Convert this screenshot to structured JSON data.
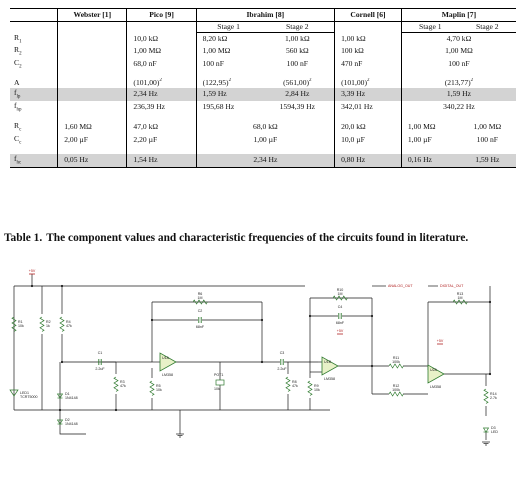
{
  "table": {
    "columns": {
      "webster": "Webster [1]",
      "pico": "Pico [9]",
      "ibrahim": "Ibrahim [8]",
      "cornell": "Cornell [6]",
      "maplin": "Maplin [7]"
    },
    "stage1": "Stage 1",
    "stage2": "Stage 2",
    "rows": {
      "r1": {
        "label": "R",
        "sub": "1",
        "webster": "",
        "pico": "10,0 kΩ",
        "ib1": "8,20 kΩ",
        "ib2": "1,00 kΩ",
        "cornell": "1,00 kΩ",
        "maplin": "4,70 kΩ"
      },
      "r2": {
        "label": "R",
        "sub": "2",
        "webster": "",
        "pico": "1,00 MΩ",
        "ib1": "1,00 MΩ",
        "ib2": "560 kΩ",
        "cornell": "100 kΩ",
        "maplin": "1,00 MΩ"
      },
      "c2": {
        "label": "C",
        "sub": "2",
        "webster": "",
        "pico": "68,0 nF",
        "ib1": "100 nF",
        "ib2": "100 nF",
        "cornell": "470 nF",
        "maplin": "100 nF"
      },
      "a": {
        "label": "A",
        "webster": "",
        "pico": "(101,00)",
        "ib1": "(122,95)",
        "ib2": "(561,00)",
        "cornell": "(101,00)",
        "maplin": "(213,77)",
        "sup": "2"
      },
      "fp": {
        "label": "f",
        "sub": "lp",
        "webster": "",
        "pico": "2,34 Hz",
        "ib1": "1,59 Hz",
        "ib2": "2,84 Hz",
        "cornell": "3,39 Hz",
        "maplin": "1,59 Hz"
      },
      "fhp": {
        "label": "f",
        "sub": "hp",
        "webster": "",
        "pico": "236,39 Hz",
        "ib1": "195,68 Hz",
        "ib2": "1594,39 Hz",
        "cornell": "342,01 Hz",
        "maplin": "340,22 Hz"
      },
      "rc": {
        "label": "R",
        "sub": "c",
        "webster": "1,60 MΩ",
        "pico": "47,0 kΩ",
        "ibrahim": "68,0 kΩ",
        "cornell": "20,0 kΩ",
        "map1": "1,00 MΩ",
        "map2": "1,00 MΩ"
      },
      "cc": {
        "label": "C",
        "sub": "c",
        "webster": "2,00 µF",
        "pico": "2,20 µF",
        "ibrahim": "1,00 µF",
        "cornell": "10,0 µF",
        "map1": "1,00 µF",
        "map2": "100 nF"
      },
      "fhc": {
        "label": "f",
        "sub": "hc",
        "webster": "0,05 Hz",
        "pico": "1,54 Hz",
        "ibrahim": "2,34 Hz",
        "cornell": "0,80 Hz",
        "map1": "0,16 Hz",
        "map2": "1,59 Hz"
      }
    }
  },
  "caption": {
    "label": "Table 1.",
    "text": "The component values and characteristic frequencies of the circuits found in literature."
  },
  "schematic": {
    "labels": {
      "vplus_left": "+5V",
      "vplus_mid": "+5V",
      "vplus_right": "+5V",
      "r1": "R1",
      "r1v": "10k",
      "r2": "R2",
      "r2v": "1k",
      "r4": "R4",
      "r4v": "47k",
      "c1": "C1",
      "c1v": "2.2uF",
      "r3": "R3",
      "r3v": "47k",
      "r5": "R5",
      "r5v": "10k",
      "r6": "R6",
      "r6v": "1M",
      "c2": "C2",
      "c2v": "68nF",
      "u1a": "U1A",
      "u1a_part": "LM358",
      "pot1": "POT1",
      "pot1v": "10k",
      "c3": "C3",
      "c3v": "2.2uF",
      "r8": "R8",
      "r8v": "47k",
      "r9": "R9",
      "r9v": "10k",
      "r10": "R10",
      "r10v": "1M",
      "c4": "C4",
      "c4v": "68nF",
      "u1b": "U1B",
      "u1b_part": "LM358",
      "r11": "R11",
      "r11v": "100k",
      "r12": "R12",
      "r12v": "100k",
      "u2a": "U2A",
      "u2a_part": "LM358",
      "r13": "R13",
      "r13v": "1M",
      "r14": "R14",
      "r14v": "2.7k",
      "d3": "D3",
      "d3v": "LED",
      "led1": "LED1",
      "led1v": "TCRT5000",
      "d1": "D1",
      "d1v": "1N4148",
      "d2": "D2",
      "d2v": "1N4148",
      "analog_out": "ANALOG_OUT",
      "digital_out": "DIGITAL_OUT"
    },
    "colors": {
      "wire": "#1a1a1a",
      "component": "#2f7a2f",
      "component_fill": "#e8f1c8",
      "netlabel": "#b02020",
      "node": "#1a1a1a"
    }
  }
}
